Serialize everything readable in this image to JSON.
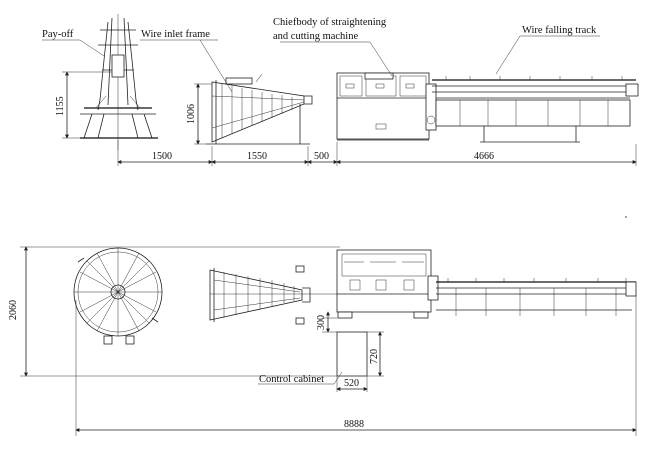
{
  "labels": {
    "payoff": "Pay-off",
    "wire_inlet": "Wire inlet frame",
    "chiefbody_line1": "Chiefbody of straightening",
    "chiefbody_line2": "and cutting machine",
    "wire_falling": "Wire falling track",
    "control_cabinet": "Control cabinet"
  },
  "dimensions": {
    "payoff_height": "1155",
    "inlet_height": "1006",
    "len_1500": "1500",
    "len_1550": "1550",
    "len_500": "500",
    "len_4666": "4666",
    "width_2060": "2060",
    "gap_300": "300",
    "cabinet_720": "720",
    "cabinet_520": "520",
    "total_8888": "8888"
  }
}
